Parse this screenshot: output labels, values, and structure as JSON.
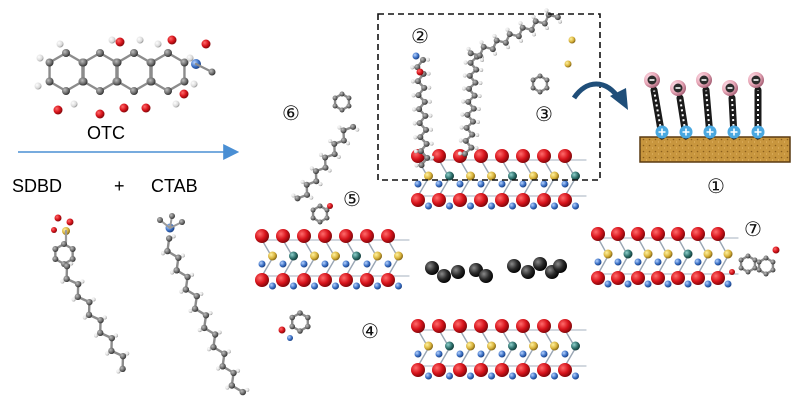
{
  "labels": {
    "otc": "OTC",
    "sdbd": "SDBD",
    "plus": "+",
    "ctab": "CTAB"
  },
  "markers": {
    "m1": "①",
    "m2": "②",
    "m3": "③",
    "m4": "④",
    "m5": "⑤",
    "m6": "⑥",
    "m7": "⑦"
  },
  "colors": {
    "arrow_main": "#4a8fd4",
    "arrow_curved": "#1f4e79",
    "substrate": "#c8963e",
    "oxygen": "#d8141c",
    "metal_gold": "#d8b23a",
    "metal_teal": "#2c6e6a",
    "nitrogen": "#3a6fc4",
    "carbon_dark": "#2a2a2a",
    "hydrogen": "#e2e2e2",
    "sulfur": "#c8b030",
    "anion_head": "#e8a8b8",
    "cation_charge": "#4aa8e0"
  }
}
